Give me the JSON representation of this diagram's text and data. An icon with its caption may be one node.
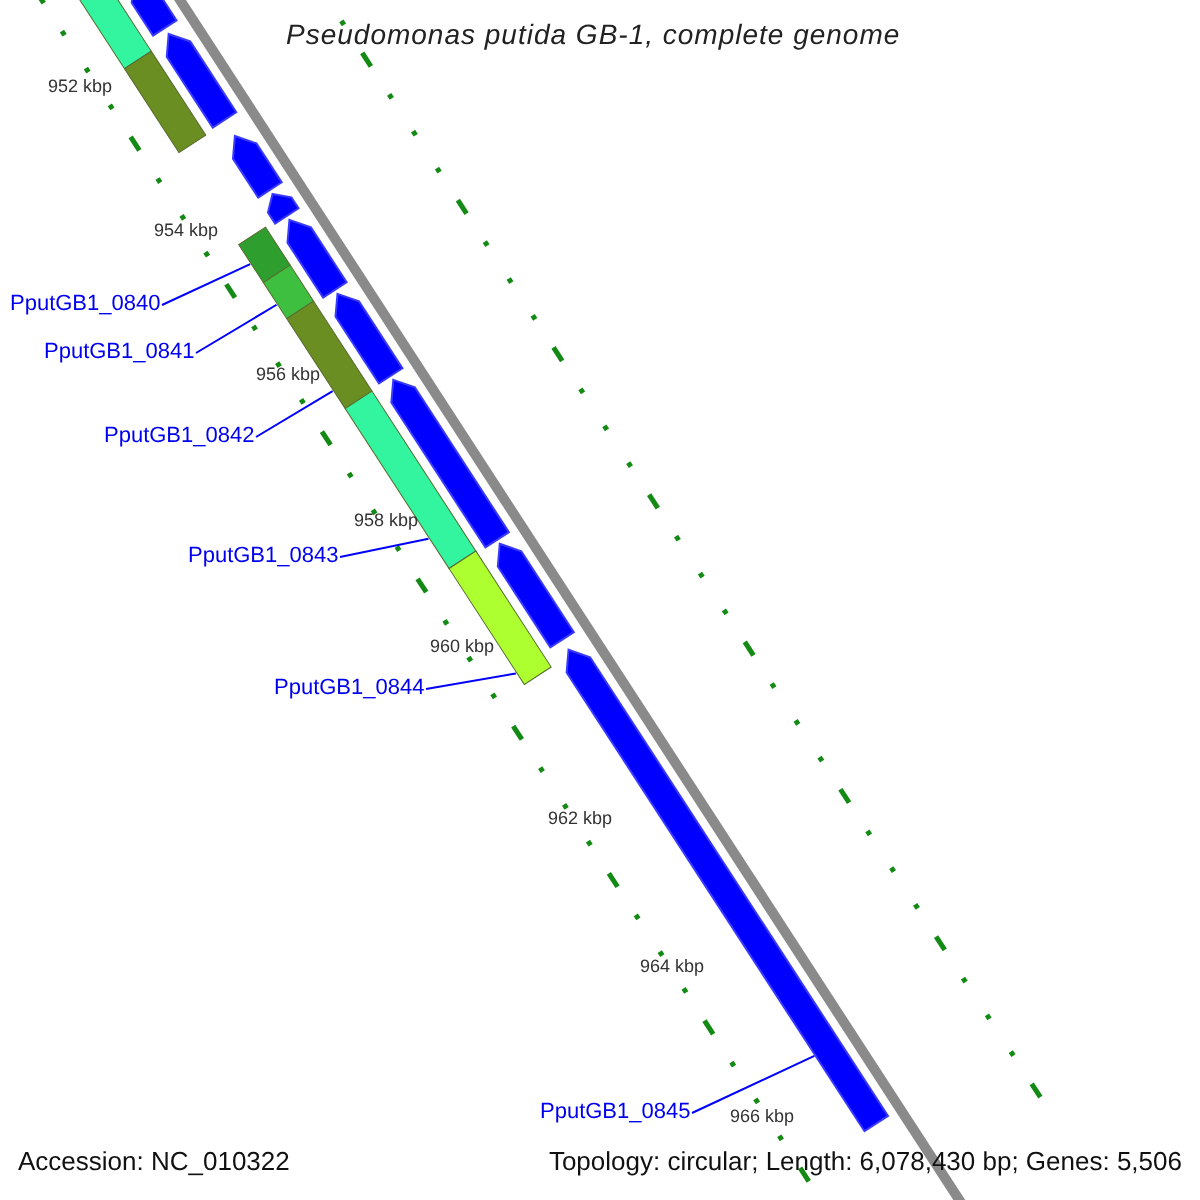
{
  "diagram": {
    "title": "Pseudomonas putida GB-1, complete genome",
    "nodes": [
      {
        "text": [
          "PputGB1_0840"
        ]
      },
      {
        "text": [
          "PputGB1_0841"
        ]
      },
      {
        "text": [
          "PputGB1_0842"
        ]
      },
      {
        "text": [
          "PputGB1_0843"
        ]
      },
      {
        "text": [
          "PputGB1_0844"
        ]
      },
      {
        "text": [
          "PputGB1_0845"
        ]
      },
      {
        "text": [],
        "shape": "arrow"
      },
      {
        "text": [],
        "shape": "box"
      },
      {
        "text": [],
        "shape": "arrow"
      },
      {
        "text": [],
        "shape": "box"
      },
      {
        "text": [],
        "shape": "arrow"
      },
      {
        "text": [],
        "shape": "arrow"
      },
      {
        "text": [],
        "shape": "arrow"
      },
      {
        "text": [],
        "shape": "box"
      },
      {
        "text": [],
        "shape": "box"
      },
      {
        "text": [],
        "shape": "arrow"
      },
      {
        "text": [],
        "shape": "box"
      },
      {
        "text": [],
        "shape": "arrow"
      },
      {
        "text": [],
        "shape": "box"
      },
      {
        "text": [],
        "shape": "arrow"
      },
      {
        "text": [],
        "shape": "box"
      },
      {
        "text": [],
        "shape": "pentagon"
      }
    ],
    "edges": [
      {
        "from": 0,
        "to": 13,
        "arrow": "none"
      },
      {
        "from": 1,
        "to": 14,
        "arrow": "none"
      },
      {
        "from": 2,
        "to": 16,
        "arrow": "none"
      },
      {
        "from": 3,
        "to": 18,
        "arrow": "none"
      },
      {
        "from": 4,
        "to": 20,
        "arrow": "none"
      },
      {
        "from": 5,
        "to": 21,
        "arrow": "none"
      }
    ],
    "labels": [
      "952 kbp",
      "954 kbp",
      "956 kbp",
      "958 kbp",
      "960 kbp",
      "962 kbp",
      "964 kbp",
      "966 kbp",
      "Accession: NC_010322",
      "Topology: circular; Length: 6,078,430 bp; Genes: 5,506"
    ]
  }
}
